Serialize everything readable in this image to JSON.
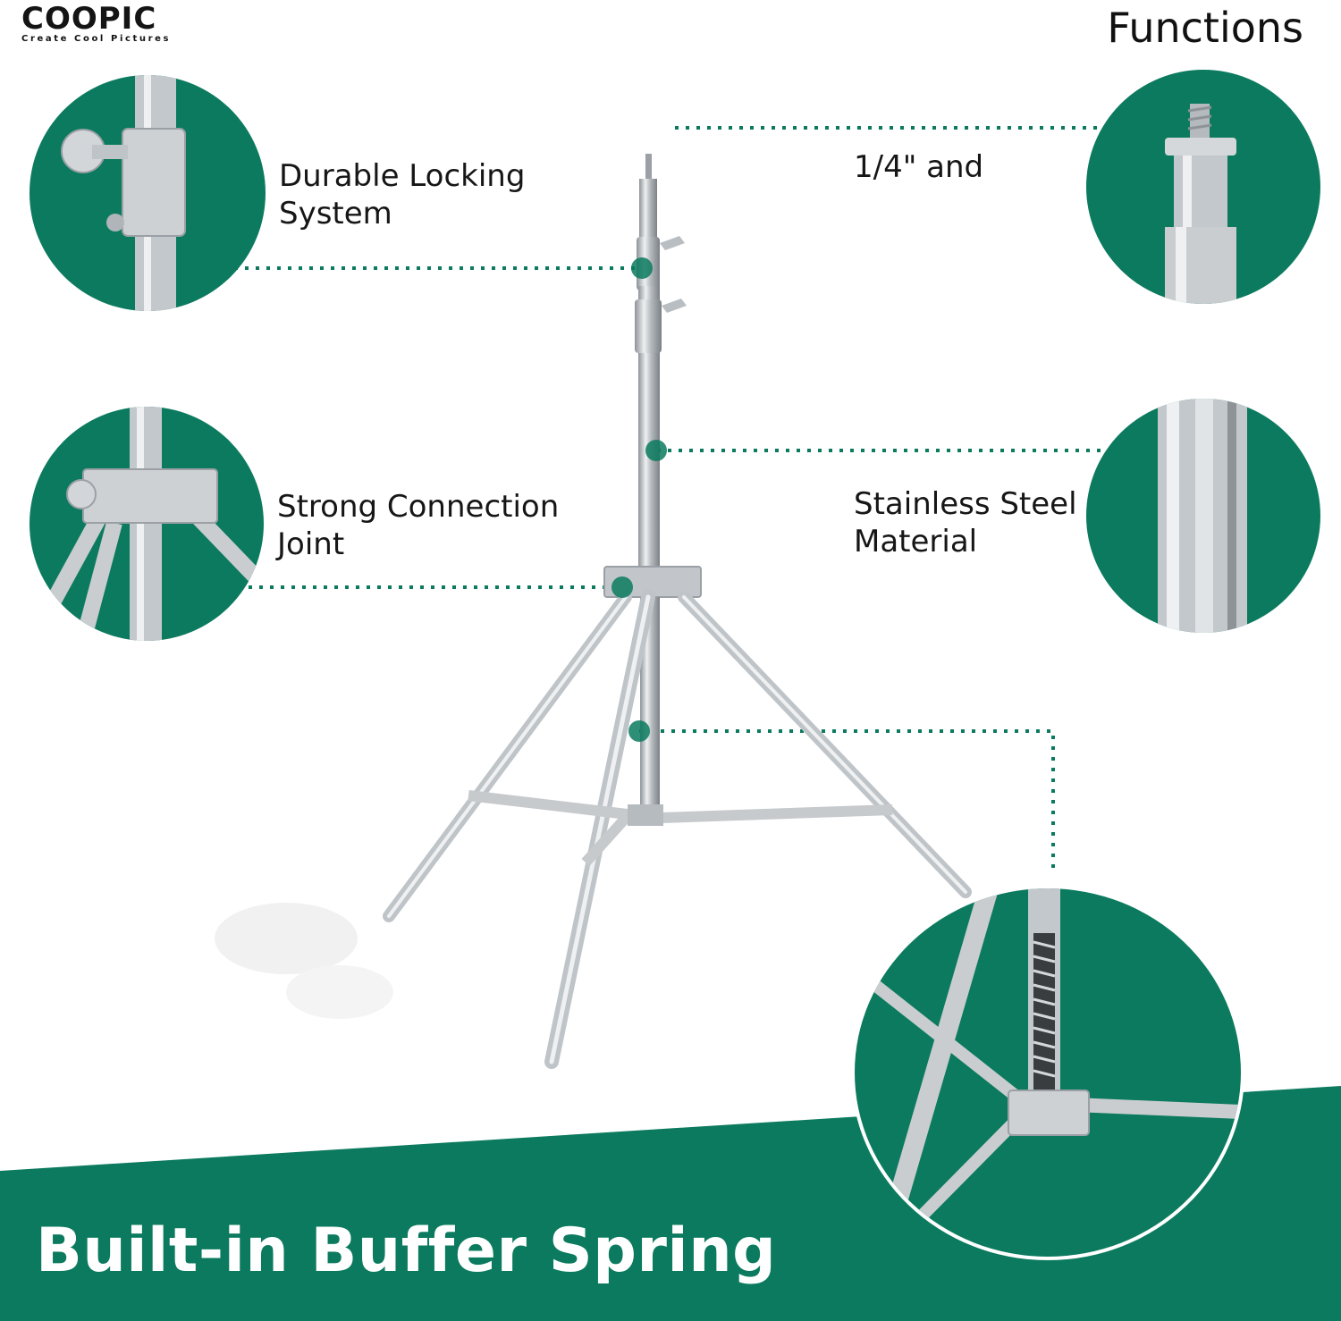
{
  "brand": {
    "name": "COOPIC",
    "tagline": "Create  Cool  Pictures"
  },
  "page_title": "Functions",
  "features": {
    "locking": {
      "line1": "Durable Locking",
      "line2": "System"
    },
    "screw": {
      "line1": "1/4\" and"
    },
    "joint": {
      "line1": "Strong Connection",
      "line2": "Joint"
    },
    "steel": {
      "line1": "Stainless Steel",
      "line2": "Material"
    }
  },
  "banner": {
    "text": "Built-in Buffer Spring"
  },
  "colors": {
    "brand_green": "#0b7a5e",
    "steel": "#c9cdd0",
    "text": "#161616"
  },
  "icons": {
    "locking_detail": "locking-knob-detail-icon",
    "screw_detail": "screw-spigot-detail-icon",
    "joint_detail": "connection-joint-detail-icon",
    "steel_detail": "steel-tube-detail-icon",
    "spring_detail": "buffer-spring-detail-icon"
  }
}
